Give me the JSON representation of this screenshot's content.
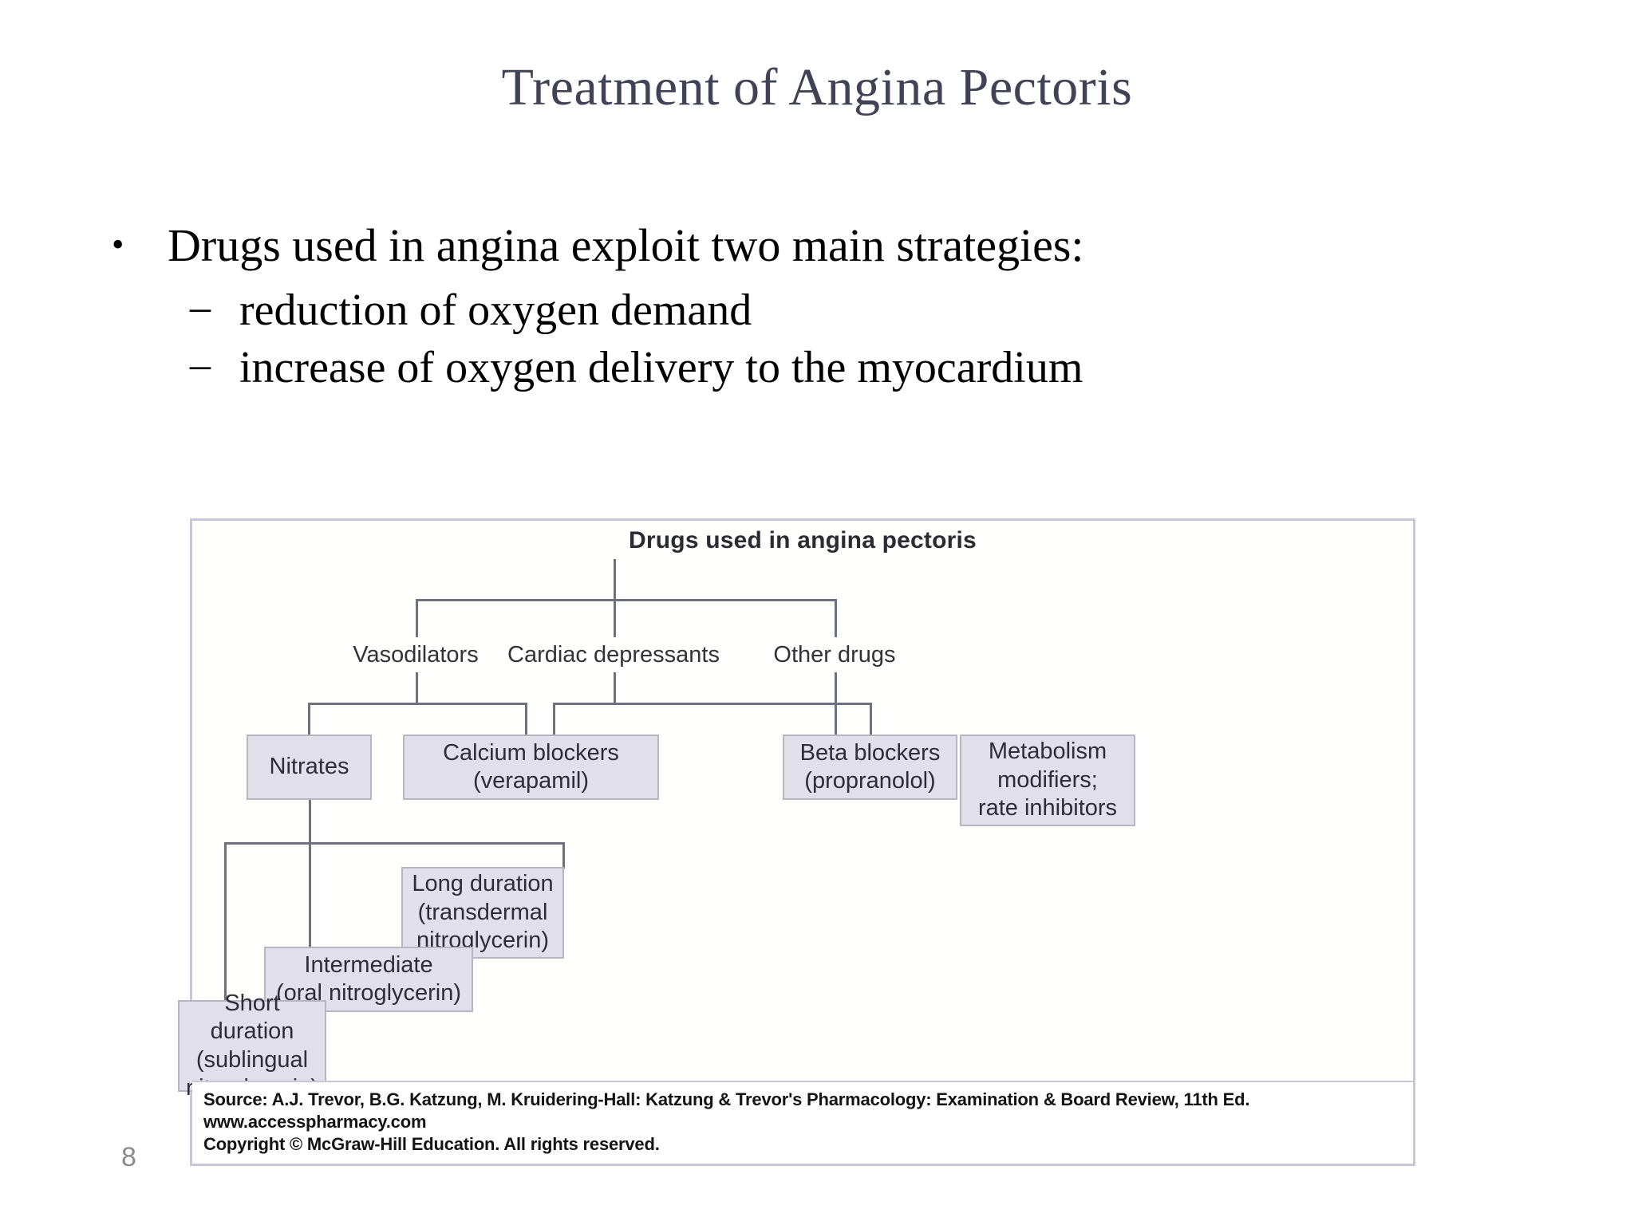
{
  "slide": {
    "title": "Treatment of Angina Pectoris",
    "page_number": "8"
  },
  "content": {
    "bullet_marker": "•",
    "dash_marker": "–",
    "bullets": [
      {
        "level": 1,
        "text": "Drugs used in angina exploit two main strategies:"
      },
      {
        "level": 2,
        "text": "reduction of oxygen demand"
      },
      {
        "level": 2,
        "text": "increase of oxygen delivery to the myocardium"
      }
    ]
  },
  "figure": {
    "heading": "Drugs used in angina pectoris",
    "tier2": [
      {
        "label": "Vasodilators"
      },
      {
        "label": "Cardiac depressants"
      },
      {
        "label": "Other drugs"
      }
    ],
    "boxes": [
      {
        "key": "nitrates",
        "text": "Nitrates"
      },
      {
        "key": "calcium_blockers",
        "text": "Calcium blockers\n(verapamil)"
      },
      {
        "key": "beta_blockers",
        "text": "Beta blockers\n(propranolol)"
      },
      {
        "key": "metabolism_modifiers",
        "text": "Metabolism\nmodifiers;\nrate inhibitors"
      },
      {
        "key": "long_duration",
        "text": "Long duration\n(transdermal\nnitroglycerin)"
      },
      {
        "key": "intermediate",
        "text": "Intermediate\n(oral nitroglycerin)"
      },
      {
        "key": "short_duration",
        "text": "Short duration\n(sublingual\nnitroglycerin)"
      }
    ],
    "source": {
      "line1": "Source: A.J. Trevor, B.G. Katzung, M. Kruidering-Hall: Katzung & Trevor's Pharmacology: Examination & Board Review, 11th Ed.",
      "line2": "www.accesspharmacy.com",
      "line3": "Copyright © McGraw-Hill Education.  All rights reserved."
    }
  },
  "colors": {
    "title": "#3f4355",
    "box_fill": "#e1dfe9",
    "box_border": "#b7b4c4",
    "connector": "#6e7180",
    "frame": "#c9c6da"
  }
}
